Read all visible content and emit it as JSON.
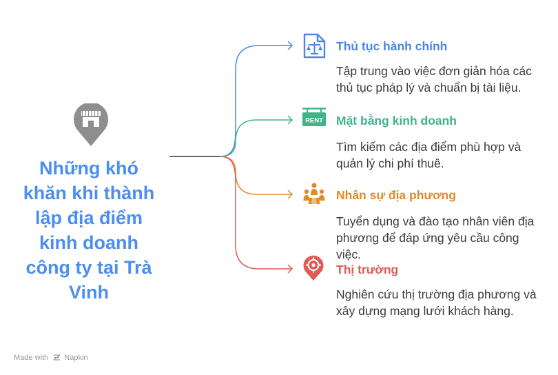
{
  "center": {
    "title": "Những khó khăn khi thành lập địa điểm kinh doanh công ty tại Trà Vinh",
    "icon": "store-pin-icon",
    "color": "#4a8ef0"
  },
  "branches": [
    {
      "title": "Thủ tục hành chính",
      "desc": "Tập trung vào việc đơn giản hóa các thủ tục pháp lý và chuẩn bị tài liệu.",
      "icon": "legal-document-scale-icon",
      "color": "#4a86e8"
    },
    {
      "title": "Mặt bằng kinh doanh",
      "desc": "Tìm kiếm các địa điểm phù hợp và quản lý chi phí thuê.",
      "icon": "rent-sign-icon",
      "icon_label": "RENT",
      "color": "#3eb489"
    },
    {
      "title": "Nhân sự địa phương",
      "desc": "Tuyển dụng và đào tạo nhân viên địa phương để đáp ứng yêu cầu công việc.",
      "icon": "people-group-icon",
      "color": "#e08a2c"
    },
    {
      "title": "Thị trường",
      "desc": "Nghiên cứu thị trường địa phương và xây dựng mạng lưới khách hàng.",
      "icon": "target-pin-icon",
      "color": "#e05a55"
    }
  ],
  "footer": {
    "made_with": "Made with",
    "brand": "Napkin"
  }
}
